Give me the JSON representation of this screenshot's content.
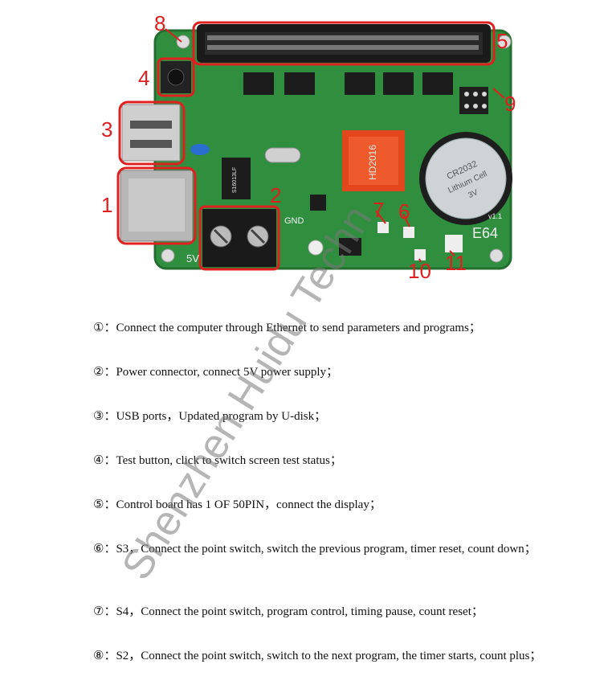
{
  "figure": {
    "callouts": [
      "8",
      "5",
      "4",
      "9",
      "3",
      "2",
      "1",
      "7",
      "6",
      "10",
      "11"
    ],
    "chip_main": "HD2016",
    "battery": [
      "CR2032",
      "Lithium Cell",
      "3V"
    ],
    "board_id": "E64",
    "board_ver": "v1.1",
    "silk_gnd": "GND",
    "silk_5v": "5V",
    "connector_chip": "S16013LF"
  },
  "items": [
    {
      "marker": "①",
      "text": "：Connect the computer through Ethernet to send parameters and programs；"
    },
    {
      "marker": "②",
      "text": "：Power connector, connect 5V power supply；"
    },
    {
      "marker": "③",
      "text": "：USB ports，Updated program by U-disk；"
    },
    {
      "marker": "④",
      "text": "：Test button, click to switch screen test status；"
    },
    {
      "marker": "⑤",
      "text": "：Control board has 1 OF 50PIN，connect the display；"
    },
    {
      "marker": "⑥",
      "text": "：S3，Connect the point switch, switch the previous program, timer reset, count down；"
    },
    {
      "marker": "⑦",
      "text": "：S4，Connect the point switch, program control, timing pause, count reset；"
    },
    {
      "marker": "⑧",
      "text": "：S2，Connect the point switch, switch to the next program, the timer starts, count plus；"
    }
  ],
  "watermark": "Shenzhen Huidu Techn",
  "colors": {
    "pcb": "#2e8b3c",
    "callout": "#e02020"
  }
}
